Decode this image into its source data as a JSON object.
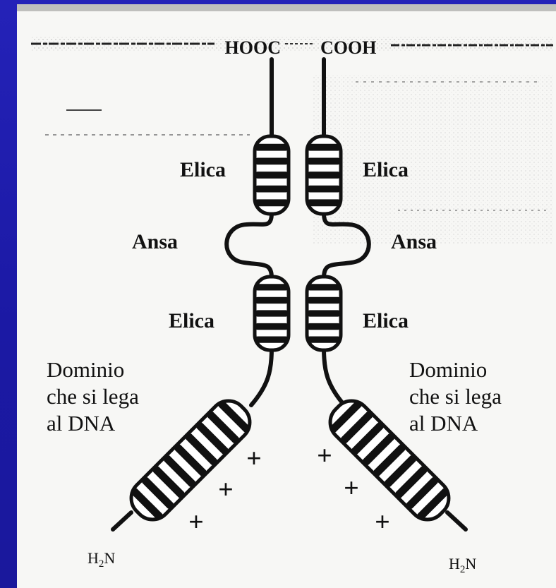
{
  "diagram": {
    "terminus_left": "HOOC",
    "terminus_right": "COOH",
    "helix_upper_left": "Elica",
    "helix_upper_right": "Elica",
    "loop_left": "Ansa",
    "loop_right": "Ansa",
    "helix_lower_left": "Elica",
    "helix_lower_right": "Elica",
    "domain_left": [
      "Dominio",
      "che si lega",
      "al DNA"
    ],
    "domain_right": [
      "Dominio",
      "che si lega",
      "al DNA"
    ],
    "amino_left": {
      "base": "H",
      "sub": "2",
      "end": "N"
    },
    "amino_right": {
      "base": "H",
      "sub": "2",
      "end": "N"
    },
    "charge_symbol": "+"
  }
}
